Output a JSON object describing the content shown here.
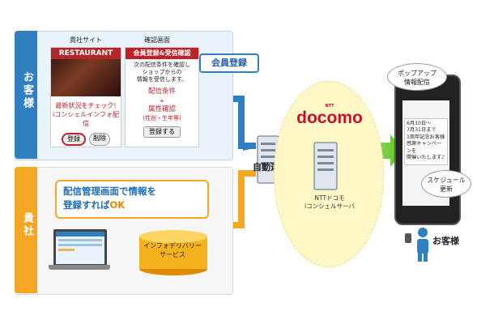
{
  "customer_side": {
    "tab_label": "お客様",
    "site_label": "貴社サイト",
    "confirm_label": "確認画面",
    "restaurant_header": "RESTAURANT",
    "restaurant_text_line1": "最新状況をチェック!",
    "restaurant_text_line2": "iコンシェルインフォ配信",
    "register_button": "登録",
    "delete_button": "削除",
    "confirm_header": "会員登録&受信確認",
    "confirm_desc_line1": "次の配信条件を確認し",
    "confirm_desc_line2": "ショップからの",
    "confirm_desc_line3": "情報を受信します。",
    "delivery_condition": "配信条件",
    "plus": "+",
    "attribute_check": "属性確認",
    "attribute_detail": "(性別・生年等)",
    "register_do_button": "登録する",
    "member_callout": "会員登録"
  },
  "business_side": {
    "tab_label": "貴社",
    "callout_line1": "配信管理画面で情報を",
    "callout_line2_prefix": "登録すれば",
    "callout_line2_ok": "OK",
    "db_label_line1": "インフォデリバリー",
    "db_label_line2": "サービス"
  },
  "center": {
    "auto_link_label": "自動連携",
    "ntt_label": "NTT",
    "docomo_logo": "docomo",
    "server_label_line1": "NTTドコモ",
    "server_label_line2": "iコンシェルサーバ"
  },
  "phone": {
    "cloud_top_line1": "ポップアップ",
    "cloud_top_line2": "情報配信",
    "message_lines": [
      "6月10日～",
      "7月31日まで",
      "1周年記念お客様",
      "感謝キャンペーンを",
      "開催いたします♪"
    ],
    "cloud_bottom_line1": "スケジュール",
    "cloud_bottom_line2": "更新",
    "customer_label": "お客様"
  },
  "colors": {
    "customer_blue": "#2f7fc1",
    "business_orange": "#f5a623",
    "arrow_green": "#5cc414",
    "docomo_red": "#c8102e"
  }
}
